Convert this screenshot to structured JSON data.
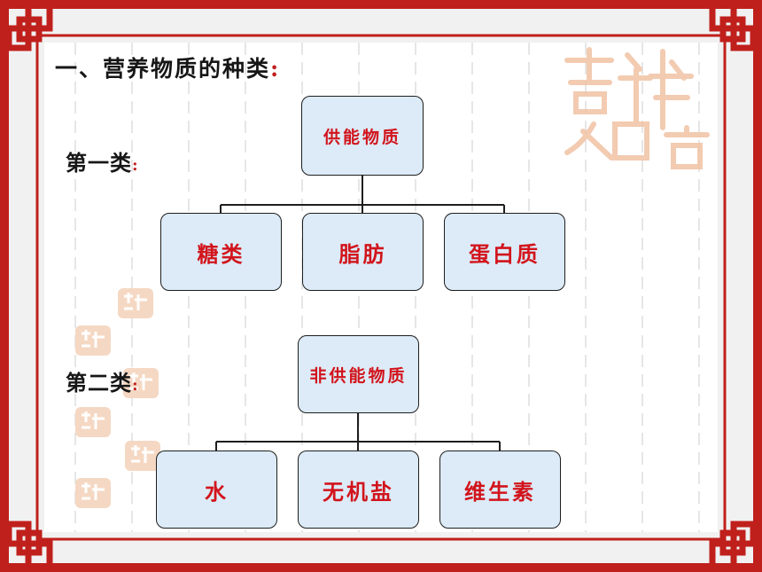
{
  "heading": {
    "text": "一、营养物质的种类",
    "colon": ":"
  },
  "categories": [
    {
      "label": "第一类",
      "colon": ":",
      "root": "供能物质",
      "children": [
        "糖类",
        "脂肪",
        "蛋白质"
      ]
    },
    {
      "label": "第二类",
      "colon": ":",
      "root": "非供能物质",
      "children": [
        "水",
        "无机盐",
        "维生素"
      ]
    }
  ],
  "colors": {
    "frame": "#c0201c",
    "node_fill": "#dcebf7",
    "node_text": "#d2141c",
    "stamp": "#f3cfb4"
  },
  "decor": {
    "watermark": "seal-watermark",
    "stamps": "small-seal-stamps"
  }
}
